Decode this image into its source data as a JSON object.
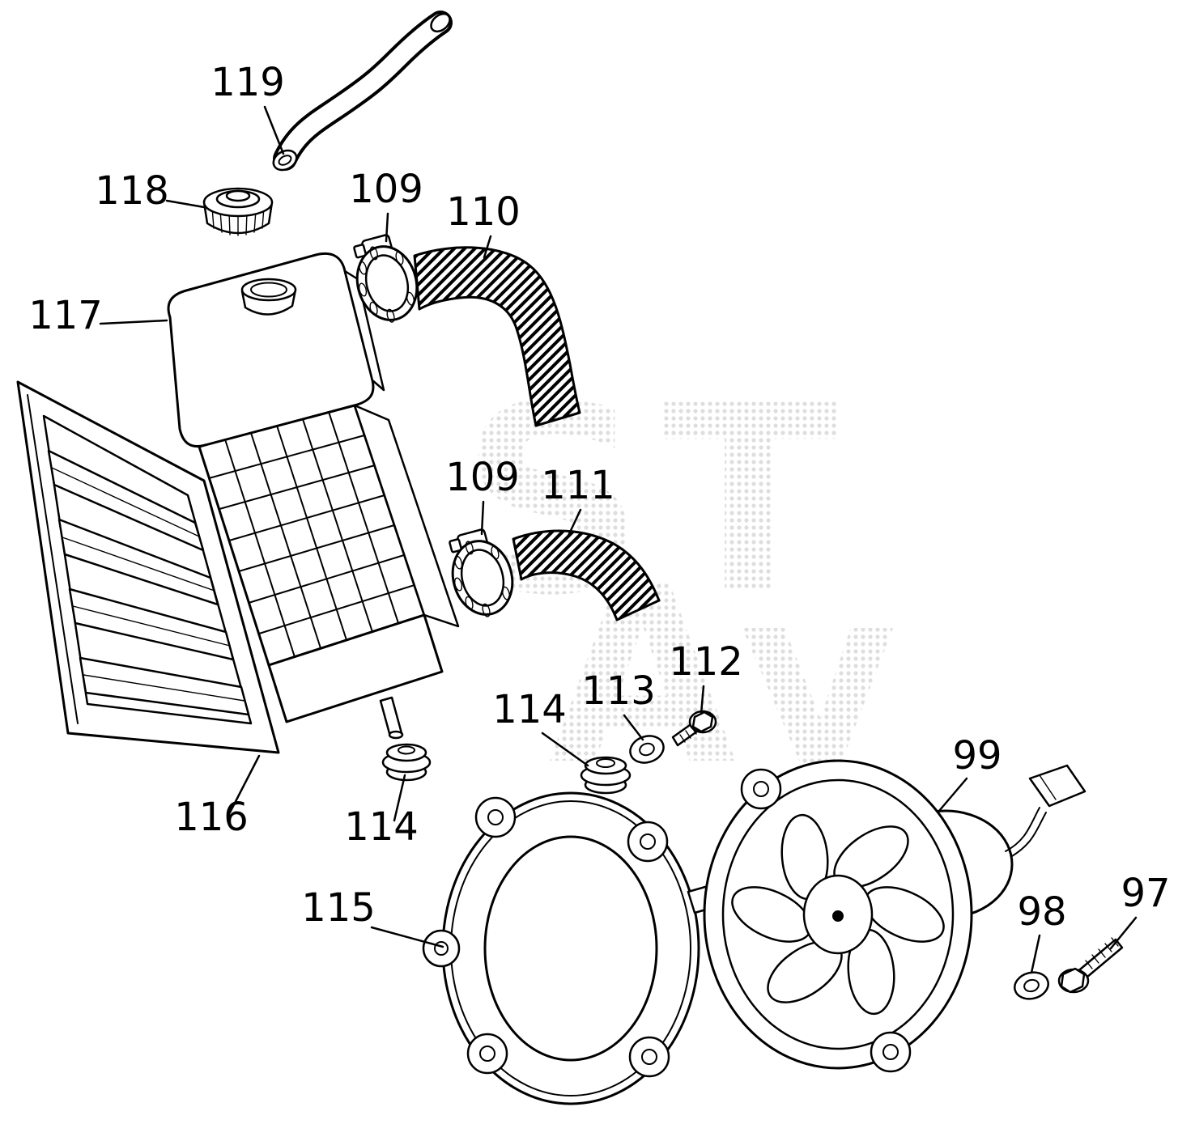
{
  "diagram": {
    "watermark": {
      "line1": "ST",
      "line2": "Ay"
    },
    "callouts": [
      {
        "label": "119"
      },
      {
        "label": "118"
      },
      {
        "label": "109"
      },
      {
        "label": "110"
      },
      {
        "label": "117"
      },
      {
        "label": "109"
      },
      {
        "label": "111"
      },
      {
        "label": "112"
      },
      {
        "label": "113"
      },
      {
        "label": "114"
      },
      {
        "label": "116"
      },
      {
        "label": "114"
      },
      {
        "label": "115"
      },
      {
        "label": "99"
      },
      {
        "label": "98"
      },
      {
        "label": "97"
      }
    ]
  }
}
